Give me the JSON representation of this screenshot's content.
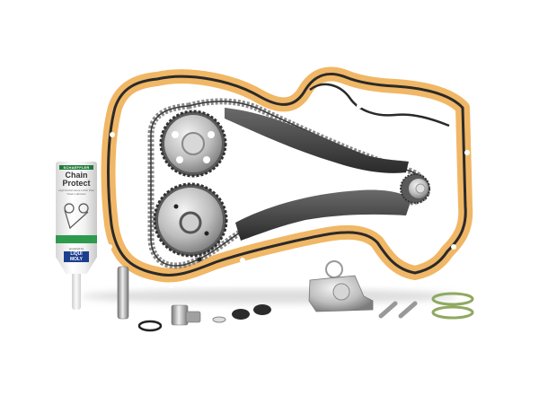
{
  "image": {
    "description": "Timing chain kit product photo on white background",
    "background": "#ffffff"
  },
  "tube": {
    "brand": "SCHAEFFLER",
    "title_line1": "Chain",
    "title_line2": "Protect",
    "subtitle": "High Performance LASC Plus Chain Lubricant",
    "maker_caption": "produced by",
    "maker_logo": "LIQUI MOLY",
    "colors": {
      "band": "#2e9a4e",
      "logo": "#1b3e8f"
    }
  },
  "parts": [
    {
      "name": "timing-cover-gasket",
      "color": "#f0b766"
    },
    {
      "name": "camshaft-sprocket"
    },
    {
      "name": "camshaft-adjuster-sprocket"
    },
    {
      "name": "timing-chain"
    },
    {
      "name": "tensioner-rail"
    },
    {
      "name": "guide-rail"
    },
    {
      "name": "crankshaft-sprocket"
    },
    {
      "name": "chain-tensioner"
    },
    {
      "name": "guide-pin"
    },
    {
      "name": "screw-plug"
    },
    {
      "name": "o-rings",
      "color": "#8fa960"
    },
    {
      "name": "sealing-washers"
    },
    {
      "name": "dowel-pins"
    }
  ]
}
